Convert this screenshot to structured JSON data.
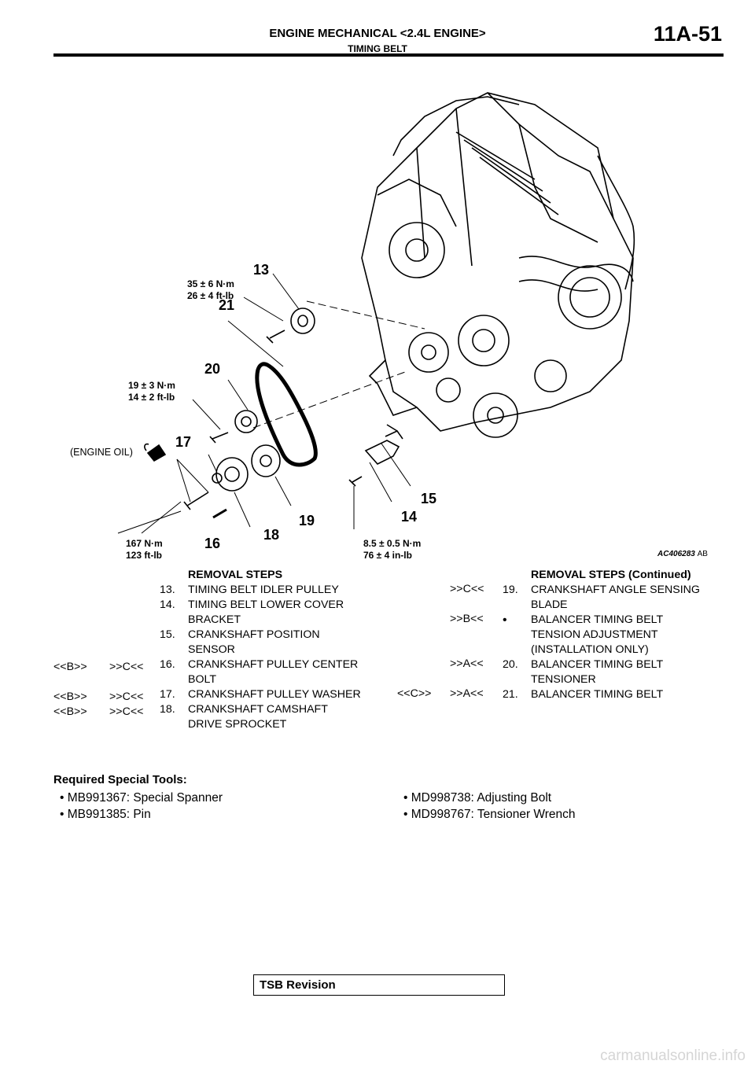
{
  "header": {
    "title": "ENGINE MECHANICAL <2.4L ENGINE>",
    "subtitle": "TIMING BELT",
    "page": "11A-51"
  },
  "figure": {
    "id": "AC406283",
    "id_suffix": "AB",
    "callouts": [
      "13",
      "21",
      "20",
      "17",
      "16",
      "18",
      "19",
      "14",
      "15"
    ],
    "torques": {
      "t13_nm": "35 ± 6 N·m",
      "t13_ftlb": "26 ± 4 ft-lb",
      "t20_nm": "19 ± 3 N·m",
      "t20_ftlb": "14 ± 2 ft-lb",
      "t16_nm": "167 N·m",
      "t16_ftlb": "123 ft-lb",
      "t14_nm": "8.5 ± 0.5 N·m",
      "t14_inlb": "76 ± 4 in-lb"
    },
    "oil_label": "(ENGINE OIL)"
  },
  "removal_left": {
    "heading": "REMOVAL STEPS",
    "items": [
      {
        "num": "13.",
        "text": "TIMING BELT IDLER PULLEY",
        "pre_a": "",
        "pre_b": ""
      },
      {
        "num": "14.",
        "text": "TIMING BELT LOWER COVER BRACKET",
        "pre_a": "",
        "pre_b": ""
      },
      {
        "num": "15.",
        "text": "CRANKSHAFT POSITION SENSOR",
        "pre_a": "",
        "pre_b": ""
      },
      {
        "num": "16.",
        "text": "CRANKSHAFT PULLEY CENTER BOLT",
        "pre_a": "<<B>>",
        "pre_b": ">>C<<"
      },
      {
        "num": "17.",
        "text": "CRANKSHAFT PULLEY WASHER",
        "pre_a": "<<B>>",
        "pre_b": ">>C<<"
      },
      {
        "num": "18.",
        "text": "CRANKSHAFT CAMSHAFT DRIVE SPROCKET",
        "pre_a": "<<B>>",
        "pre_b": ">>C<<"
      }
    ]
  },
  "removal_right": {
    "heading": "REMOVAL STEPS (Continued)",
    "items": [
      {
        "num": "19.",
        "text": "CRANKSHAFT ANGLE SENSING BLADE",
        "pre_a": "",
        "pre_b": ">>C<<"
      },
      {
        "num": "•",
        "text": "BALANCER TIMING BELT TENSION ADJUSTMENT (INSTALLATION ONLY)",
        "pre_a": "",
        "pre_b": ">>B<<"
      },
      {
        "num": "20.",
        "text": "BALANCER TIMING BELT TENSIONER",
        "pre_a": "",
        "pre_b": ">>A<<"
      },
      {
        "num": "21.",
        "text": "BALANCER TIMING BELT",
        "pre_a": "<<C>>",
        "pre_b": ">>A<<"
      }
    ]
  },
  "tools": {
    "heading": "Required Special Tools:",
    "left": [
      "MB991367: Special Spanner",
      "MB991385: Pin"
    ],
    "right": [
      "MD998738: Adjusting Bolt",
      "MD998767: Tensioner Wrench"
    ]
  },
  "footer": {
    "tsb": "TSB Revision",
    "watermark": "carmanualsonline.info"
  }
}
